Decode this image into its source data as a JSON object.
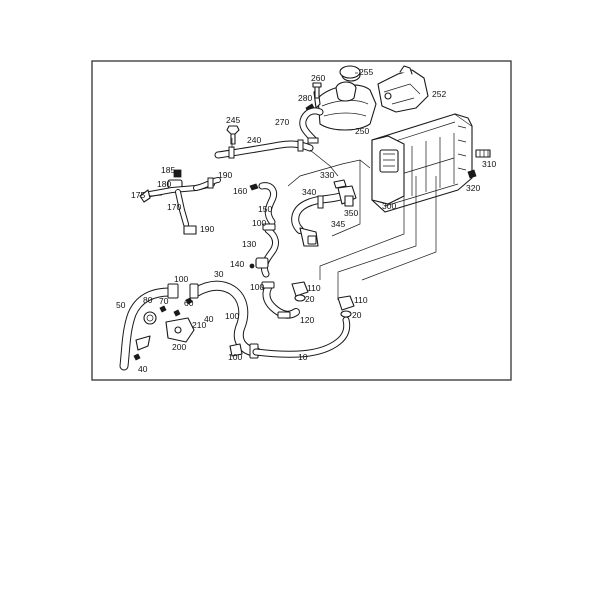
{
  "callouts": {
    "c255": "255",
    "c260": "260",
    "c252": "252",
    "c280": "280",
    "c270": "270",
    "c250": "250",
    "c245": "245",
    "c240": "240",
    "c185": "185",
    "c190": "190",
    "c180": "180",
    "c160": "160",
    "c175": "175",
    "c170": "170",
    "c190b": "190",
    "c150": "150",
    "c340": "340",
    "c330": "330",
    "c350": "350",
    "c345": "345",
    "c300": "300",
    "c310": "310",
    "c320": "320",
    "c100a": "100",
    "c130": "130",
    "c140": "140",
    "c100b": "100",
    "c30": "30",
    "c50": "50",
    "c80": "80",
    "c70": "70",
    "c60": "60",
    "c40a": "40",
    "c210": "210",
    "c200": "200",
    "c40b": "40",
    "c100c": "100",
    "c100d": "100",
    "c110a": "110",
    "c20a": "20",
    "c120": "120",
    "c110b": "110",
    "c20b": "20",
    "c100e": "100",
    "c10": "10"
  }
}
